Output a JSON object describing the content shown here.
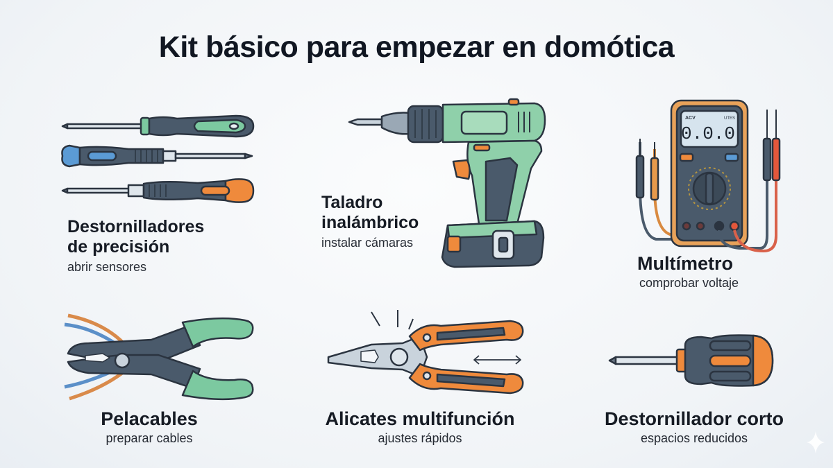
{
  "title": "Kit básico para empezar en domótica",
  "colors": {
    "background": "#f3f6f9",
    "outline": "#2b3440",
    "handle_dark": "#4a5a6b",
    "green": "#7cc9a0",
    "blue": "#5b9bd5",
    "orange": "#ef8a3c",
    "steel": "#c9d3dc",
    "title_text": "#111722"
  },
  "tools": [
    {
      "id": "precision-screwdrivers",
      "name_line1": "Destornilladores",
      "name_line2": "de precisión",
      "description": "abrir sensores",
      "icon": "precision-screwdrivers-icon"
    },
    {
      "id": "cordless-drill",
      "name_line1": "Taladro",
      "name_line2": "inalámbrico",
      "description": "instalar cámaras",
      "icon": "cordless-drill-icon"
    },
    {
      "id": "multimeter",
      "name": "Multímetro",
      "description": "comprobar voltaje",
      "icon": "multimeter-icon",
      "display_value": "0.0.0",
      "display_label_left": "ACV",
      "display_label_right": "UTES"
    },
    {
      "id": "wire-stripper",
      "name": "Pelacables",
      "description": "preparar cables",
      "icon": "wire-stripper-icon"
    },
    {
      "id": "multi-pliers",
      "name": "Alicates multifunción",
      "description": "ajustes rápidos",
      "icon": "pliers-icon"
    },
    {
      "id": "stubby-screwdriver",
      "name": "Destornillador corto",
      "description": "espacios reducidos",
      "icon": "stubby-screwdriver-icon"
    }
  ]
}
